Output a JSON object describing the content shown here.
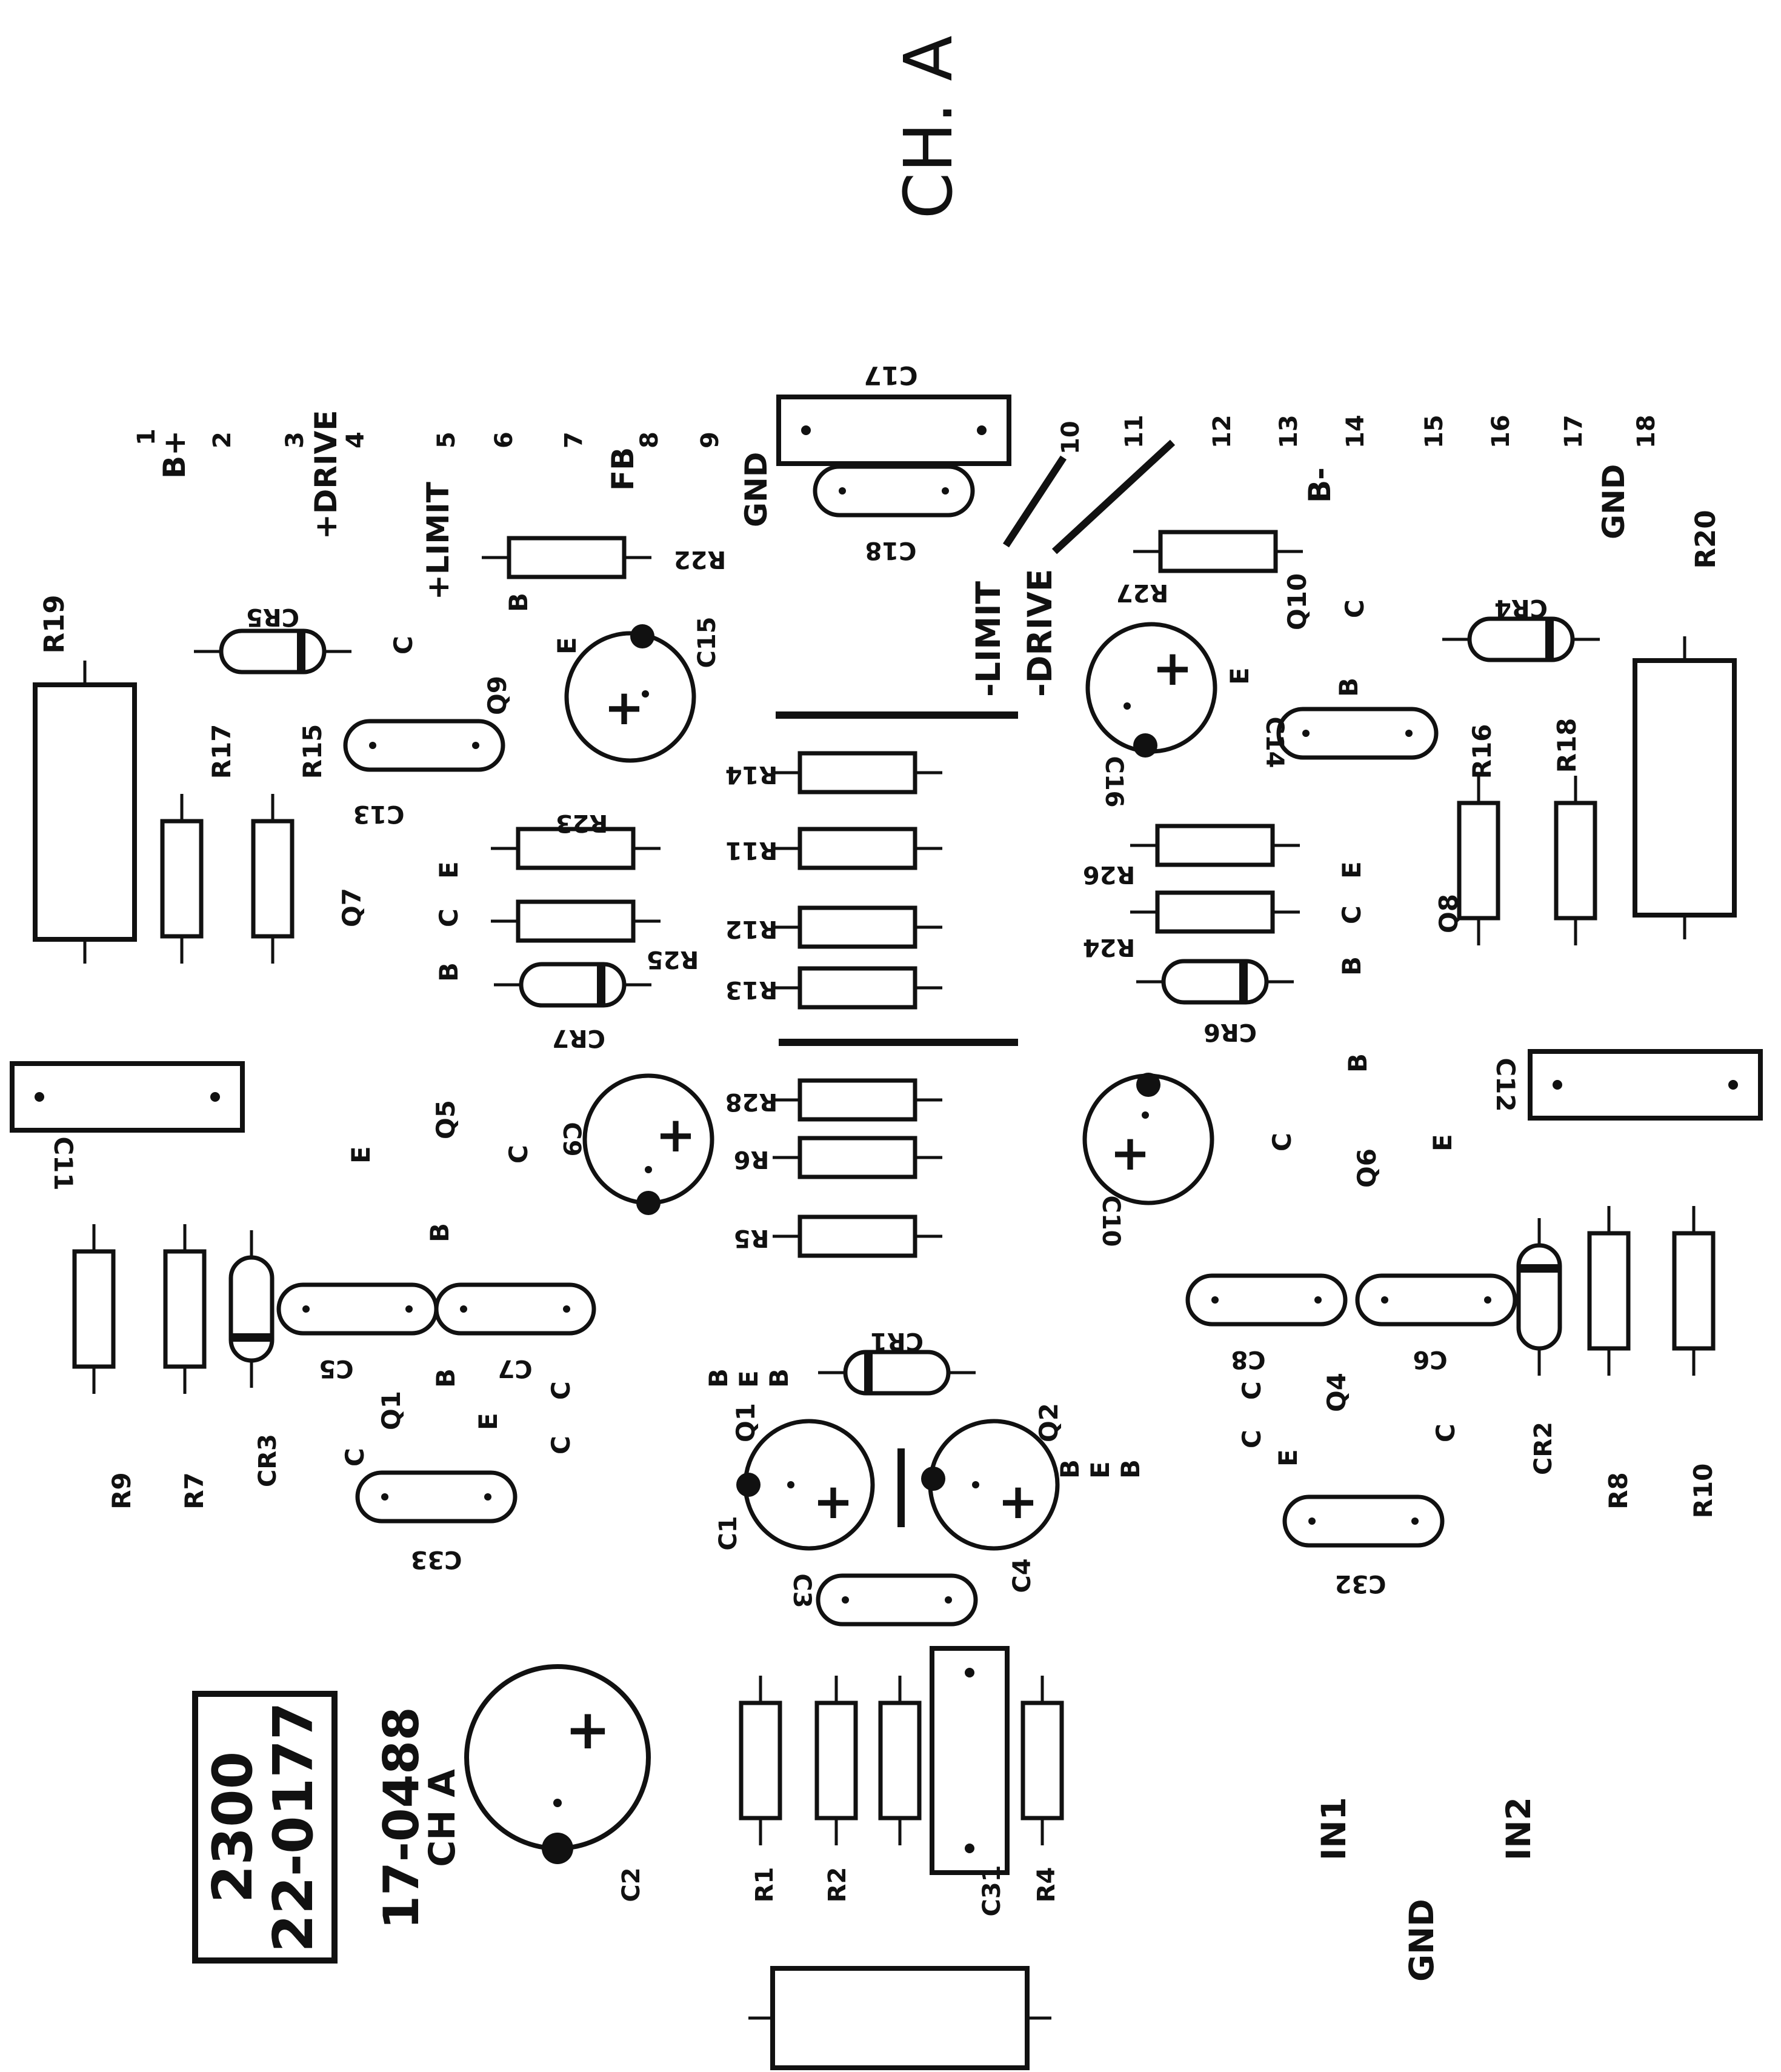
{
  "channel_title": "CH. A",
  "board_label": {
    "line1": "2300",
    "line2": "22-0177"
  },
  "part_number": {
    "line1": "17-0488",
    "line2": "CH A"
  },
  "pins": [
    {
      "num": "1",
      "label": "B+"
    },
    {
      "num": "2",
      "label": ""
    },
    {
      "num": "3",
      "label": "+DRIVE"
    },
    {
      "num": "4",
      "label": ""
    },
    {
      "num": "5",
      "label": "+LIMIT"
    },
    {
      "num": "6",
      "label": ""
    },
    {
      "num": "7",
      "label": ""
    },
    {
      "num": "8",
      "label": "FB"
    },
    {
      "num": "9",
      "label": "GND"
    },
    {
      "num": "10",
      "label": "-LIMIT"
    },
    {
      "num": "11",
      "label": "-DRIVE"
    },
    {
      "num": "12",
      "label": ""
    },
    {
      "num": "13",
      "label": "B-"
    },
    {
      "num": "14",
      "label": ""
    },
    {
      "num": "15",
      "label": ""
    },
    {
      "num": "16",
      "label": ""
    },
    {
      "num": "17",
      "label": ""
    },
    {
      "num": "18",
      "label": "GND"
    }
  ],
  "inputs": {
    "in1": "IN1",
    "in2": "IN2",
    "gnd": "GND"
  },
  "transistors": {
    "Q1": "Q1",
    "Q2": "Q2",
    "Q4": "Q4",
    "Q5": "Q5",
    "Q6": "Q6",
    "Q7": "Q7",
    "Q8": "Q8",
    "Q9": "Q9",
    "Q10": "Q10"
  },
  "pin_letters": {
    "B": "B",
    "C": "C",
    "E": "E"
  },
  "polarity": "+",
  "resistors": {
    "R1": "R1",
    "R2": "R2",
    "R4": "R4",
    "R5": "R5",
    "R6": "R6",
    "R7": "R7",
    "R8": "R8",
    "R9": "R9",
    "R10": "R10",
    "R11": "R11",
    "R12": "R12",
    "R13": "R13",
    "R14": "R14",
    "R15": "R15",
    "R16": "R16",
    "R17": "R17",
    "R18": "R18",
    "R19": "R19",
    "R20": "R20",
    "R22": "R22",
    "R23": "R23",
    "R24": "R24",
    "R25": "R25",
    "R26": "R26",
    "R27": "R27",
    "R28": "R28"
  },
  "capacitors": {
    "C1": "C1",
    "C2": "C2",
    "C3": "C3",
    "C4": "C4",
    "C5": "C5",
    "C6": "C6",
    "C7": "C7",
    "C8": "C8",
    "C9": "C9",
    "C10": "C10",
    "C11": "C11",
    "C12": "C12",
    "C13": "C13",
    "C14": "C14",
    "C15": "C15",
    "C16": "C16",
    "C17": "C17",
    "C18": "C18",
    "C31": "C31",
    "C32": "C32",
    "C33": "C33"
  },
  "diodes": {
    "CR1": "CR1",
    "CR2": "CR2",
    "CR3": "CR3",
    "CR4": "CR4",
    "CR5": "CR5",
    "CR6": "CR6",
    "CR7": "CR7"
  }
}
